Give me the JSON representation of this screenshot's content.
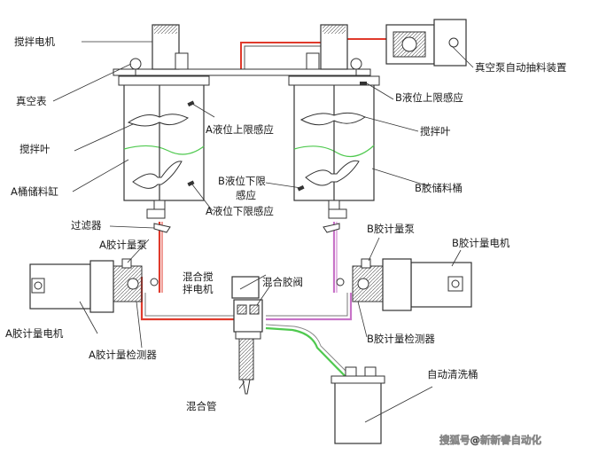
{
  "diagram": {
    "labels": {
      "stir_motor": "搅拌电机",
      "vacuum_gauge": "真空表",
      "stir_blade_left": "搅拌叶",
      "a_tank": "A桶储料缸",
      "a_upper_sensor": "A液位上限感应",
      "a_lower_sensor": "A液位下限感应",
      "filter": "过滤器",
      "a_meter_pump": "A胶计量泵",
      "a_meter_motor": "A胶计量电机",
      "a_meter_detector": "A胶计量检测器",
      "mix_stir_motor_line1": "混合搅",
      "mix_stir_motor_line2": "拌电机",
      "mix_valve": "混合胶阀",
      "mix_tube": "混合管",
      "vacuum_pump": "真空泵自动抽料装置",
      "b_upper_sensor": "B液位上限感应",
      "stir_blade_right": "搅拌叶",
      "b_lower_sensor_line1": "B液位下限",
      "b_lower_sensor_line2": "感应",
      "b_tank": "B胶储料桶",
      "b_meter_pump": "B胶计量泵",
      "b_meter_motor": "B胶计量电机",
      "b_meter_detector": "B胶计量检测器",
      "auto_clean_tank": "自动清洗桶"
    },
    "watermark": "搜狐号@新新睿自动化",
    "colors": {
      "line_a": "#e03a2c",
      "line_b": "#c873c8",
      "line_clean": "#4fc94f",
      "stroke": "#333333"
    }
  }
}
